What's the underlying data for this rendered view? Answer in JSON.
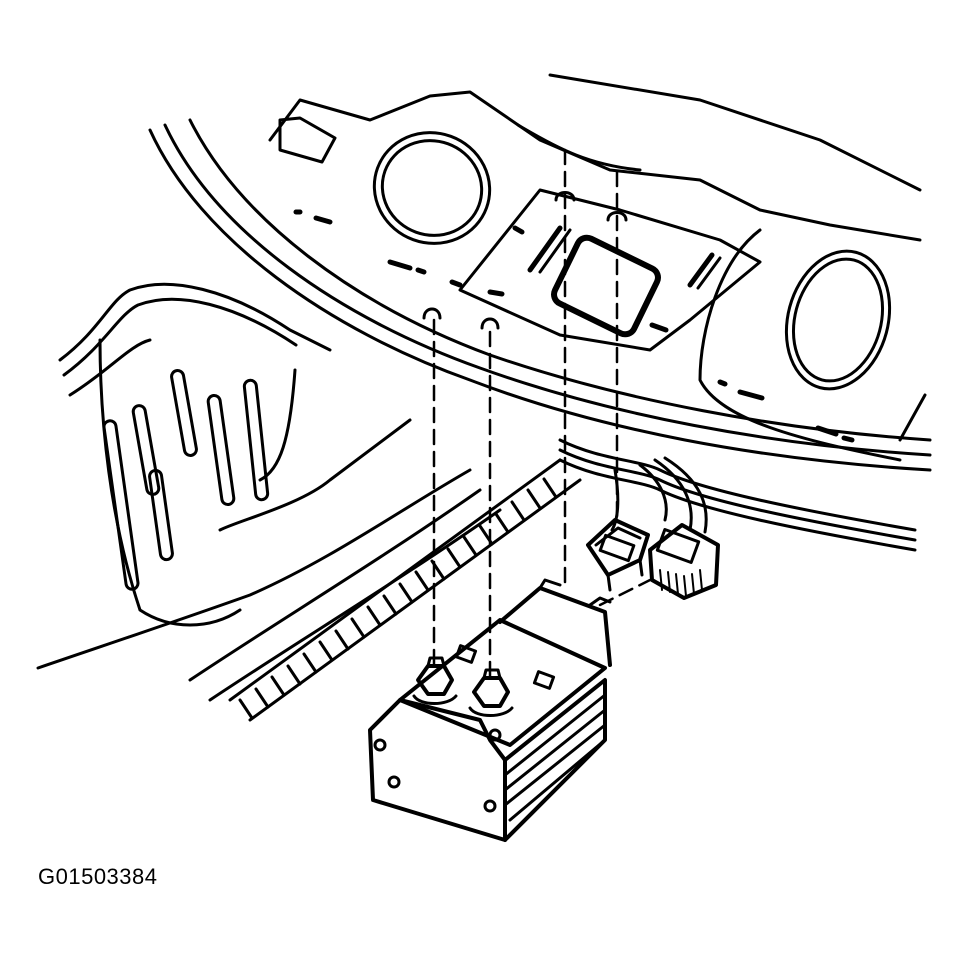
{
  "figure": {
    "id": "G01503384"
  },
  "colors": {
    "ink": "#000000",
    "paper": "#ffffff"
  },
  "parts": [
    {
      "name": "rear-shelf-panel"
    },
    {
      "name": "amplifier-module"
    },
    {
      "name": "mounting-nut-left"
    },
    {
      "name": "mounting-nut-right"
    },
    {
      "name": "connector-a"
    },
    {
      "name": "connector-b"
    },
    {
      "name": "wiring-harness"
    }
  ]
}
